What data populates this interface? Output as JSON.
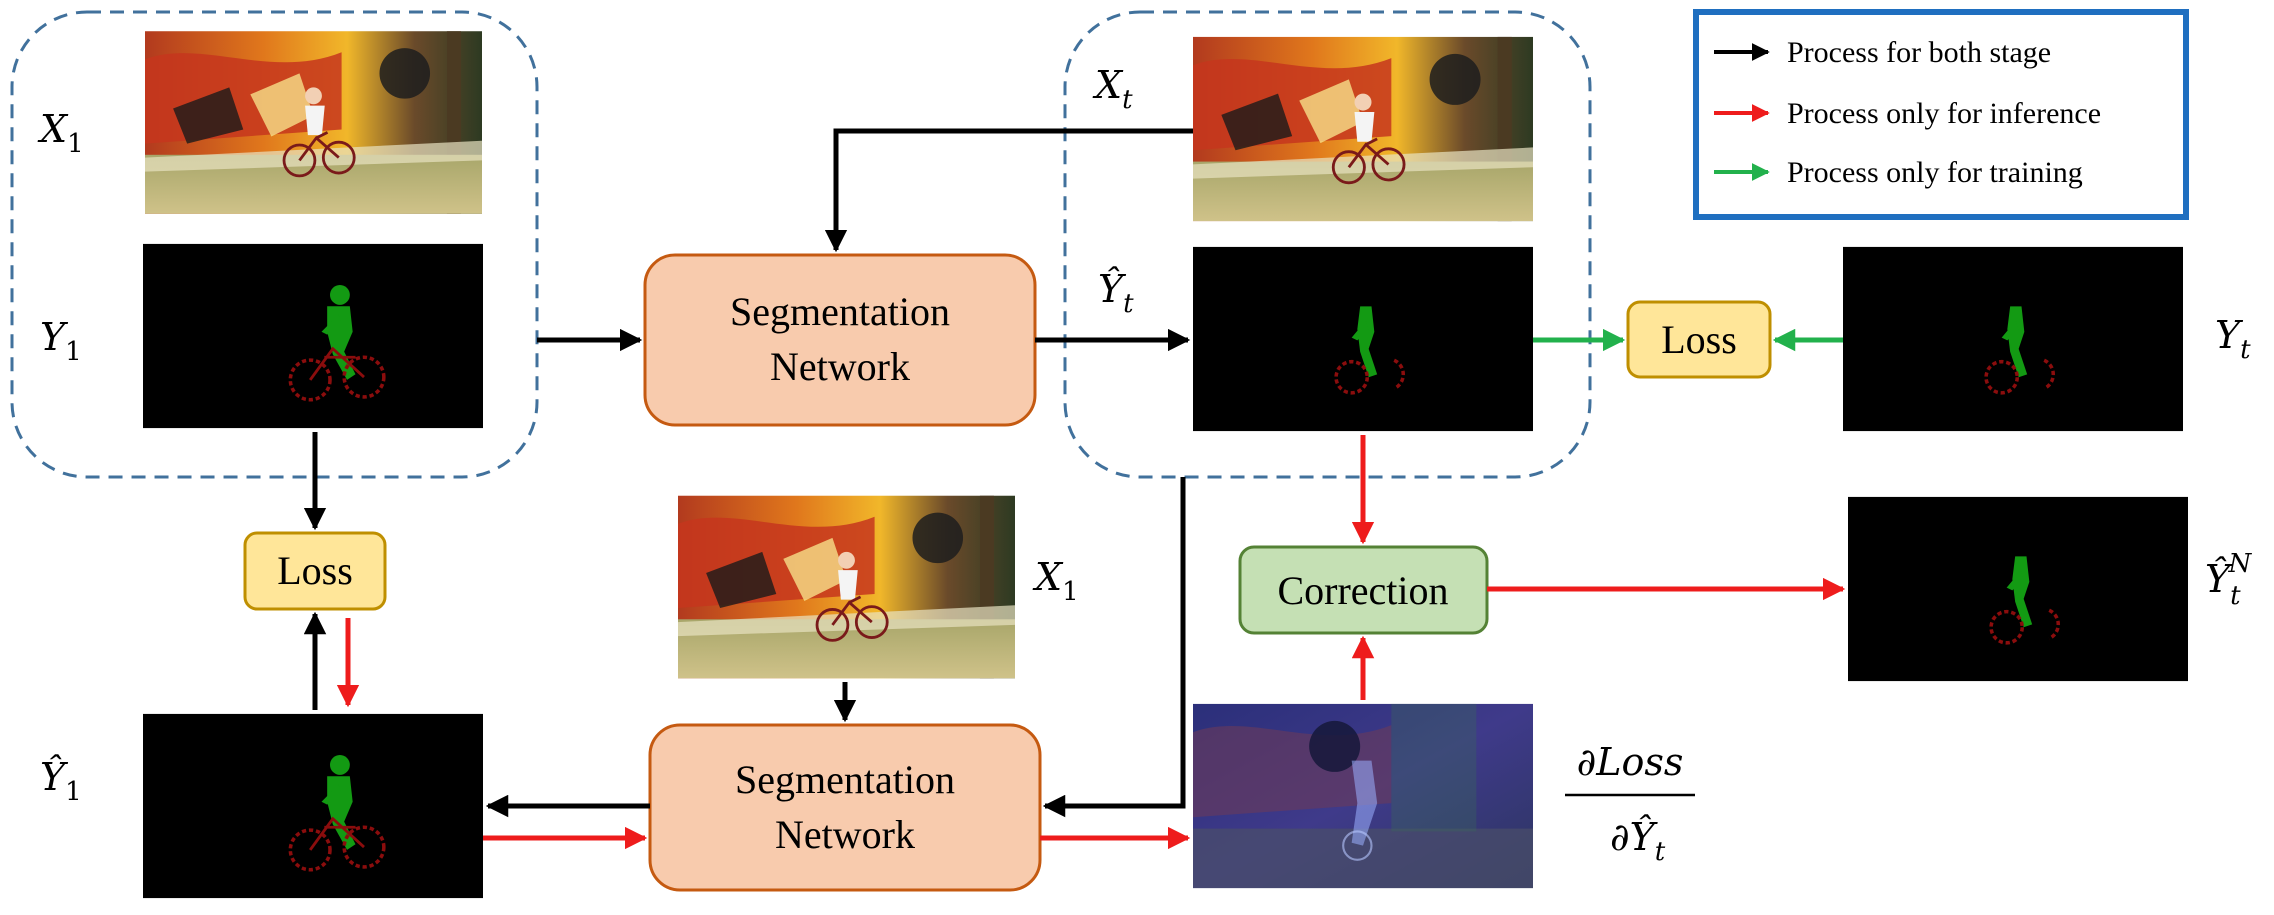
{
  "legend": {
    "items": [
      {
        "label": "Process for both stage",
        "color": "#000000"
      },
      {
        "label": "Process only for inference",
        "color": "#ee1c1c"
      },
      {
        "label": "Process only for training",
        "color": "#22b14c"
      }
    ],
    "border_color": "#1f6fc0"
  },
  "nodes": {
    "seg_net_top": {
      "line1": "Segmentation",
      "line2": "Network"
    },
    "seg_net_bottom": {
      "line1": "Segmentation",
      "line2": "Network"
    },
    "loss_left": "Loss",
    "loss_right": "Loss",
    "correction": "Correction"
  },
  "math_labels": {
    "x1_top": {
      "base": "X",
      "sub": "1"
    },
    "y1": {
      "base": "Y",
      "sub": "1"
    },
    "xt": {
      "base": "X",
      "sub": "t"
    },
    "yhat_t": {
      "base": "Ŷ",
      "sub": "t"
    },
    "yt": {
      "base": "Y",
      "sub": "t"
    },
    "x1_mid": {
      "base": "X",
      "sub": "1"
    },
    "yhat_1": {
      "base": "Ŷ",
      "sub": "1"
    },
    "yhat_tN": {
      "base": "Ŷ",
      "sub": "t",
      "sup": "N"
    },
    "gradient": {
      "num": "∂Loss",
      "den_base": "∂Ŷ",
      "den_sub": "t"
    }
  },
  "colors": {
    "seg_fill": "#f8cbad",
    "seg_stroke": "#c55a11",
    "loss_fill": "#ffe699",
    "loss_stroke": "#bf8f00",
    "corr_fill": "#c5e0b4",
    "corr_stroke": "#548235",
    "dashed_group": "#41719c",
    "mask_person": "#139a13",
    "mask_bike": "#8b0d0d"
  },
  "image_icons": [
    "photo-frame-x1",
    "photo-frame-xt",
    "photo-frame-x1-mid",
    "gradient-map",
    "mask-y1",
    "mask-yhat-t",
    "mask-yt",
    "mask-yhat-1",
    "mask-yhat-tN"
  ]
}
